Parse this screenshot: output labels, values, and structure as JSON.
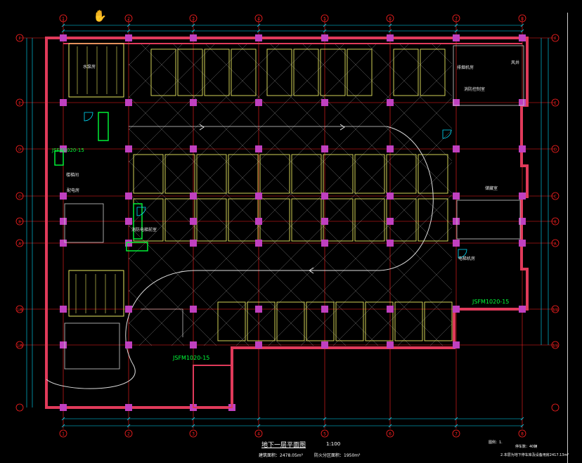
{
  "drawing": {
    "title": "地下一层平面图",
    "scale": "1:100",
    "area_label": "建筑面积：2478.05m²",
    "fire_area_label": "防火分区面积：1950m²",
    "note_1": "图例：1.",
    "note_2": "停车数：40辆",
    "note_3": "2.本层为地下停车库及设备用房2417.13m²"
  },
  "doors": {
    "door_1": "JSFM1020-15",
    "door_2": "JSFM1020-15",
    "door_3": "JSFM1020-15"
  },
  "rooms": {
    "room_1": "排烟机房",
    "room_2": "消防控制室",
    "room_3": "配电房",
    "room_4": "水泵房",
    "room_5": "储藏室",
    "room_6": "楼梯间",
    "room_7": "电梯机房",
    "room_8": "风井",
    "room_9": "消防电梯前室"
  },
  "grid_columns": [
    "1",
    "2",
    "3",
    "4",
    "5",
    "6",
    "7",
    "8"
  ],
  "grid_rows": [
    "F",
    "E",
    "D",
    "C",
    "B",
    "A",
    "1/A"
  ],
  "colors": {
    "wall": "#e03a5a",
    "column": "#c040c0",
    "axis_red": "#ff2020",
    "cyan": "#00e0ff",
    "yellow": "#e8e860",
    "green": "#00ff3a",
    "hatch": "#c8c8c8"
  }
}
